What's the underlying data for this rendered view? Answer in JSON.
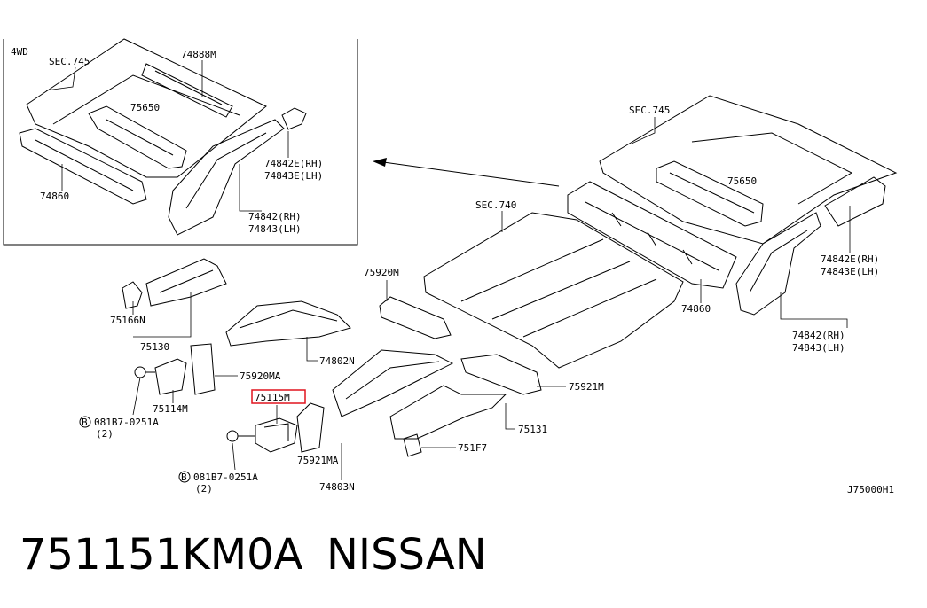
{
  "inset": {
    "title": "4WD"
  },
  "labels": {
    "sec745_inset": "SEC.745",
    "p74888M": "74888M",
    "p75650_inset": "75650",
    "p74860_inset": "74860",
    "p74842E_inset": "74842E(RH)",
    "p74843E_inset": "74843E(LH)",
    "p74842_inset": "74842(RH)",
    "p74843_inset": "74843(LH)",
    "sec745": "SEC.745",
    "sec740": "SEC.740",
    "p75650": "75650",
    "p74842E": "74842E(RH)",
    "p74843E": "74843E(LH)",
    "p74860": "74860",
    "p74842": "74842(RH)",
    "p74843": "74843(LH)",
    "p75920M": "75920M",
    "p75921M": "75921M",
    "p75131": "75131",
    "p751F7": "751F7",
    "p74803N": "74803N",
    "p75921MA": "75921MA",
    "p75115M": "75115M",
    "p74802N": "74802N",
    "p75920MA": "75920MA",
    "p75166N": "75166N",
    "p75130": "75130",
    "p75114M": "75114M",
    "bolt1_code": "081B7-0251A",
    "bolt1_qty": "(2)",
    "bolt2_code": "081B7-0251A",
    "bolt2_qty": "(2)",
    "bolt_symbol": "B",
    "diagram_code": "J75000H1"
  },
  "highlight_color": "#e0141e",
  "footer": {
    "part_number": "751151KM0A",
    "brand": "NISSAN"
  }
}
